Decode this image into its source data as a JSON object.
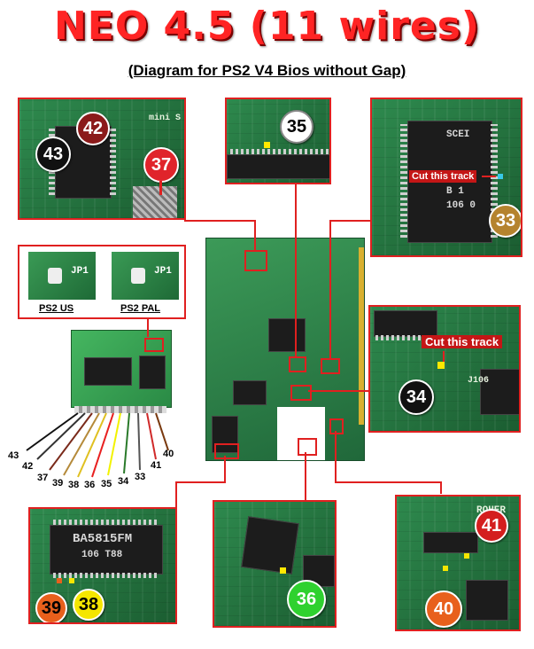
{
  "title": "NEO 4.5  (11 wires)",
  "subtitle": "(Diagram for PS2 V4 Bios without Gap)",
  "panels": {
    "top_left": {
      "silk": "mini S",
      "points": [
        {
          "id": "42",
          "color": "#8b1a1a",
          "text_color": "#ffffff"
        },
        {
          "id": "43",
          "color": "#111111",
          "text_color": "#ffffff"
        },
        {
          "id": "37",
          "color": "#e0242b",
          "text_color": "#ffffff"
        }
      ]
    },
    "top_mid": {
      "points": [
        {
          "id": "35",
          "color": "#ffffff",
          "text_color": "#000000"
        }
      ]
    },
    "top_right": {
      "cut_label": "Cut this track",
      "chip_lines": [
        "SCEI",
        "B 1",
        "106 0"
      ],
      "points": [
        {
          "id": "33",
          "color": "#b5832e",
          "text_color": "#ffffff"
        }
      ]
    },
    "jumper": {
      "jp1": "JP1",
      "labels": [
        "PS2 US",
        "PS2 PAL"
      ]
    },
    "mid_right": {
      "cut_label": "Cut this track",
      "silk": "J106",
      "points": [
        {
          "id": "34",
          "color": "#111111",
          "text_color": "#ffffff"
        }
      ]
    },
    "bottom_left": {
      "chip_line1": "BA5815FM",
      "chip_line2": "106 T88",
      "points": [
        {
          "id": "39",
          "color": "#e8601c",
          "text_color": "#000000"
        },
        {
          "id": "38",
          "color": "#f5e600",
          "text_color": "#000000"
        }
      ]
    },
    "bottom_mid": {
      "points": [
        {
          "id": "36",
          "color": "#2fd12f",
          "text_color": "#ffffff"
        }
      ]
    },
    "bottom_right": {
      "silk": "ROHER",
      "points": [
        {
          "id": "41",
          "color": "#d41e1e",
          "text_color": "#ffffff"
        },
        {
          "id": "40",
          "color": "#e8601c",
          "text_color": "#ffffff"
        }
      ]
    }
  },
  "wires": [
    "43",
    "42",
    "37",
    "39",
    "38",
    "36",
    "35",
    "34",
    "33",
    "41",
    "40"
  ]
}
